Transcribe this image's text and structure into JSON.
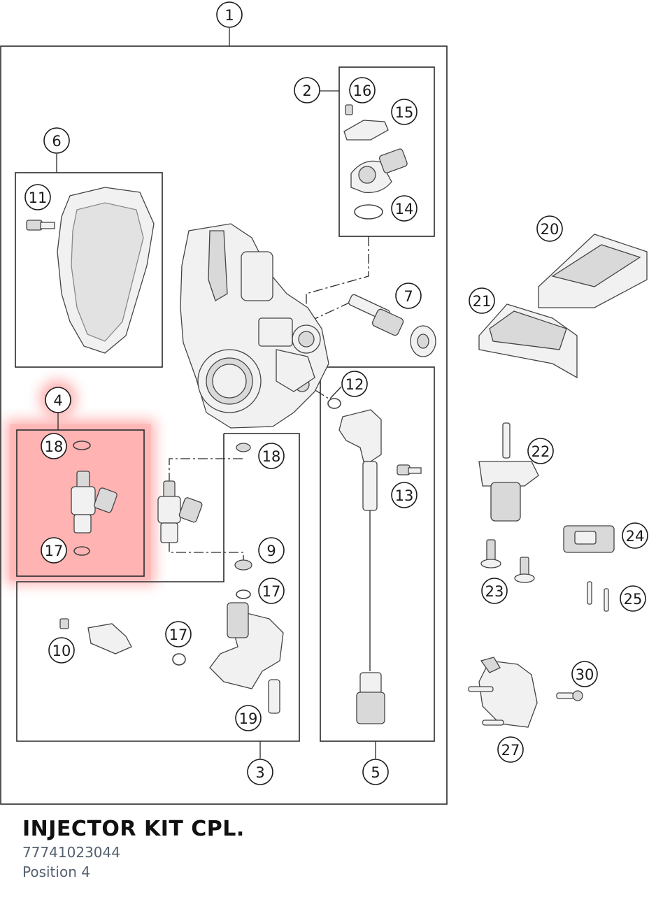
{
  "highlight": {
    "color": "#ff4d4d",
    "position_label": "4"
  },
  "callouts": [
    "1",
    "2",
    "16",
    "15",
    "14",
    "6",
    "11",
    "7",
    "20",
    "21",
    "4",
    "18",
    "17",
    "12",
    "18",
    "13",
    "22",
    "9",
    "17",
    "24",
    "23",
    "25",
    "10",
    "17",
    "19",
    "30",
    "27",
    "3",
    "5"
  ],
  "part": {
    "title": "INJECTOR KIT CPL.",
    "number": "77741023044",
    "position": "Position 4"
  }
}
